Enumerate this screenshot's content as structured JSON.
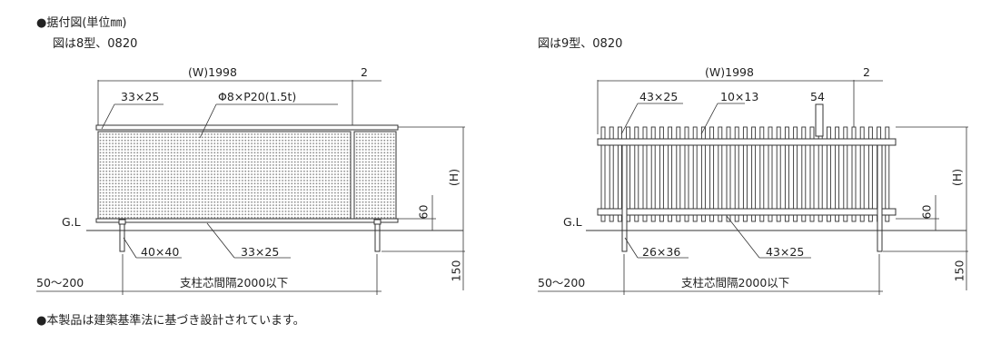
{
  "header": {
    "title": "●据付図(単位㎜)",
    "subtitle_left": "図は8型、0820",
    "subtitle_right": "図は9型、0820"
  },
  "left_diagram": {
    "width_label": "(W)1998",
    "gap_label": "2",
    "post_top_label": "33×25",
    "mesh_label": "Φ8×P20(1.5t)",
    "height_label": "(H)",
    "gl_label": "G.L",
    "bottom_gap_label": "60",
    "post_label": "40×40",
    "bottom_rail_label": "33×25",
    "embed_depth_label": "150",
    "edge_label": "50〜200",
    "post_spacing_label": "支柱芯間隔2000以下"
  },
  "right_diagram": {
    "width_label": "(W)1998",
    "gap_label": "2",
    "top_rail_label": "43×25",
    "bar_label": "10×13",
    "offset_label": "54",
    "height_label": "(H)",
    "gl_label": "G.L",
    "bottom_gap_label": "60",
    "post_label": "26×36",
    "bottom_rail_label": "43×25",
    "embed_depth_label": "150",
    "edge_label": "50〜200",
    "post_spacing_label": "支柱芯間隔2000以下"
  },
  "footer": {
    "note": "●本製品は建築基準法に基づき設計されています。"
  }
}
